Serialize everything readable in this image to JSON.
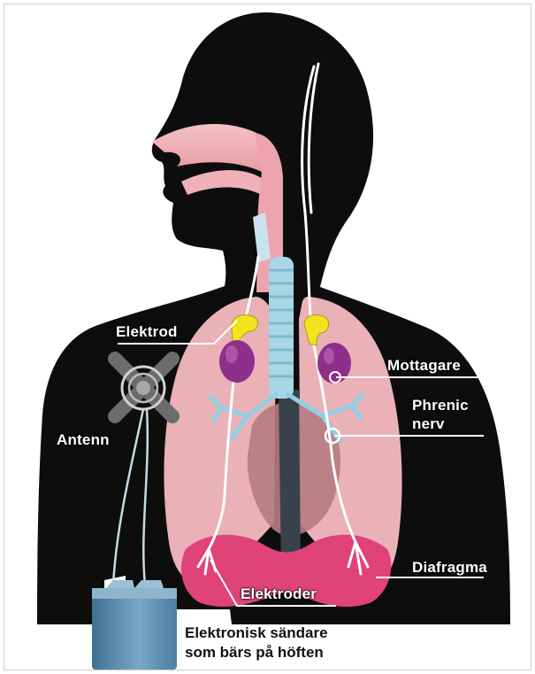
{
  "labels": {
    "elektrod": "Elektrod",
    "mottagare": "Mottagare",
    "antenn": "Antenn",
    "phrenic_line1": "Phrenic",
    "phrenic_line2": "nerv",
    "diafragma": "Diafragma",
    "elektroder": "Elektroder"
  },
  "caption": {
    "line1": "Elektronisk sändare",
    "line2": "som bärs på höften"
  },
  "colors": {
    "silhouette": "#0d0d0d",
    "lung": "#f2b7bd",
    "diaphragm": "#e0427a",
    "trachea": "#a9d6e6",
    "receiver": "#8e2f8c",
    "electrode": "#f1e41f",
    "nerve": "#ffffff",
    "transmitter": "#5f8fb0"
  }
}
